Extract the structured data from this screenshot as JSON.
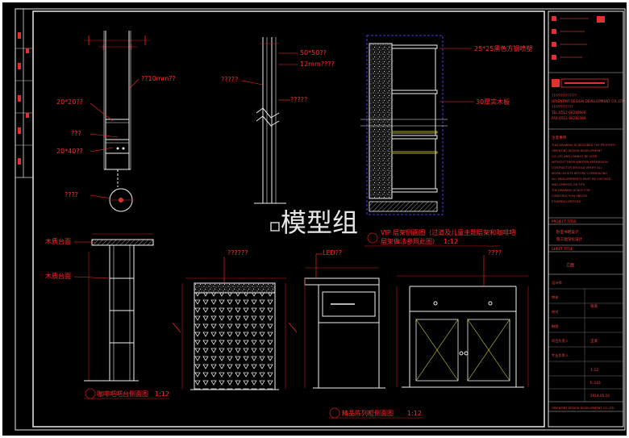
{
  "colors": {
    "background": "#000000",
    "page": "#ffffff",
    "frame": "#e8e8e8",
    "dimension": "#d01818",
    "annotation": "#ff2d2d",
    "outline": "#f0f0f0",
    "accent": "#d0d040",
    "hatch": "#b8b8b8"
  },
  "watermark": "模型组",
  "labels": {
    "steel_tube_top": "??10mm??",
    "tube_20x20": "20*20??",
    "tube_20x40": "20*40??",
    "small_1": "???",
    "small_2": "????",
    "profile_50x50": "50*50??",
    "glass_12mm": "12mm????",
    "profile_left": "?????",
    "profile_mid": "?????",
    "angle_25x25": "25*25黑色方钢喷塑",
    "solid_wood": "30厚实木板",
    "wood_top_1": "木质台面",
    "wood_top_2": "木质台面",
    "top_fill": "??????",
    "led": "LED??",
    "right_top": "????"
  },
  "titles": {
    "vip_line1": "VIP 层架侧面图（过道及儿童主题层架和咖啡吧",
    "vip_line2": "层架做法参照此图）",
    "vip_scale": "1:12",
    "coffee_bar": "咖啡吧吧台侧面图",
    "coffee_scale": "1:12",
    "display_cabinet": "精品陈列柜侧面图",
    "display_scale": "1:12"
  },
  "title_block": {
    "company_line1": "??????????????",
    "company_line2": "ORIENTINT DESIGN DEVELOPMENT CO.,LTD",
    "company_line3": "????????????",
    "tel": "TEL:0512-66210666",
    "fax": "FAX:0512-66210366",
    "notes_head": "注意事项",
    "notes": [
      "THIS DRAWING IS DESIGNED THE PROPERTY",
      "ORIENTINT DESIGN DEVELOPMENT",
      "CO.,LTD   AND CANNOT BE USED",
      "WITHOUT THEIR WRITTEN PERMISSION",
      "CONTRACTOR SHOULD VERIFY ALL",
      "WORK ON SITE BEFORE COMMENCING",
      "ALL MEASUREMENTS MUST BE CHECKED",
      "AND VERIFIED ON SITE",
      "THE DRAWING IS NOT FOR",
      "CONSTRUCTION UNLESS",
      "STAMPED CERTIFIED"
    ],
    "project_head": "PROJECT TITLE",
    "project_line1": "卧室书吧设计",
    "project_line2": "施工图深化设计",
    "sheet_head": "SHEET TITLE",
    "sheet_title": "立面",
    "scale_value": "1:12",
    "drawing_no": "E-101",
    "date": "2014.05.16",
    "label_1": "设计师",
    "label_2": "审核",
    "label_3": "校对",
    "label_4": "制图",
    "label_5": "项目负责人",
    "label_6": "专业负责人",
    "value_1": "张某",
    "value_2": "王某",
    "footer": "ORIENTINT DESIGN DEVELOPMENT CO.,LTD"
  }
}
